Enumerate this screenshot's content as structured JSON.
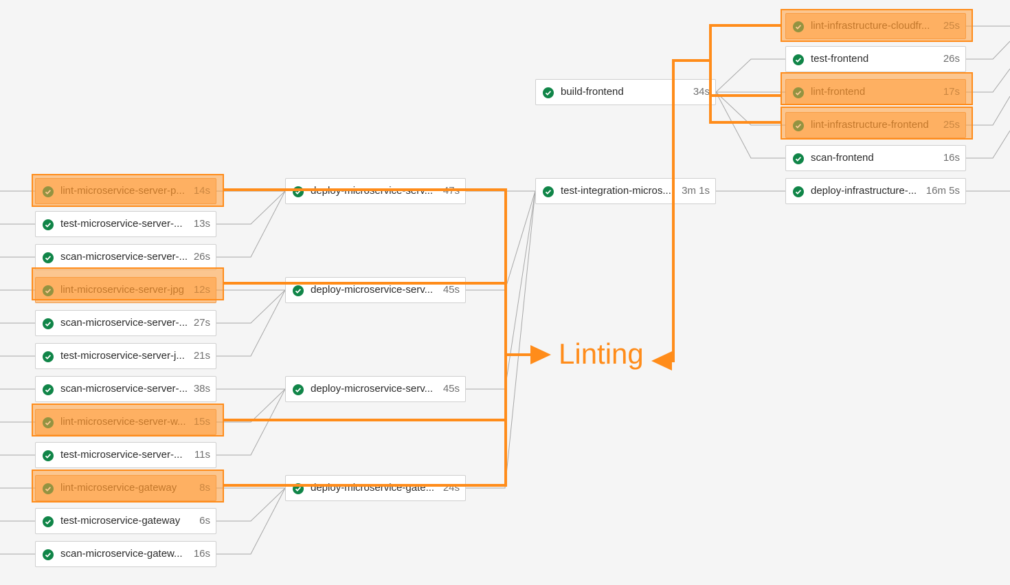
{
  "annotation_label": "Linting",
  "colors": {
    "success": "#108548",
    "highlight": "#ff8c1a",
    "edge": "#a7a7a7"
  },
  "icons": {
    "status": "check-circle-icon"
  },
  "jobs": [
    {
      "id": "lint-microservice-server-p",
      "name": "lint-microservice-server-p...",
      "duration": "14s",
      "lint": true
    },
    {
      "id": "test-microservice-server-1",
      "name": "test-microservice-server-...",
      "duration": "13s",
      "lint": false
    },
    {
      "id": "scan-microservice-server-1",
      "name": "scan-microservice-server-...",
      "duration": "26s",
      "lint": false
    },
    {
      "id": "lint-microservice-server-jpg",
      "name": "lint-microservice-server-jpg",
      "duration": "12s",
      "lint": true
    },
    {
      "id": "scan-microservice-server-2",
      "name": "scan-microservice-server-...",
      "duration": "27s",
      "lint": false
    },
    {
      "id": "test-microservice-server-j",
      "name": "test-microservice-server-j...",
      "duration": "21s",
      "lint": false
    },
    {
      "id": "scan-microservice-server-3",
      "name": "scan-microservice-server-...",
      "duration": "38s",
      "lint": false
    },
    {
      "id": "lint-microservice-server-w",
      "name": "lint-microservice-server-w...",
      "duration": "15s",
      "lint": true
    },
    {
      "id": "test-microservice-server-4",
      "name": "test-microservice-server-...",
      "duration": "11s",
      "lint": false
    },
    {
      "id": "lint-microservice-gateway",
      "name": "lint-microservice-gateway",
      "duration": "8s",
      "lint": true
    },
    {
      "id": "test-microservice-gateway",
      "name": "test-microservice-gateway",
      "duration": "6s",
      "lint": false
    },
    {
      "id": "scan-microservice-gateway",
      "name": "scan-microservice-gatew...",
      "duration": "16s",
      "lint": false
    },
    {
      "id": "deploy-microservice-1",
      "name": "deploy-microservice-serv...",
      "duration": "47s",
      "lint": false
    },
    {
      "id": "deploy-microservice-2",
      "name": "deploy-microservice-serv...",
      "duration": "45s",
      "lint": false
    },
    {
      "id": "deploy-microservice-3",
      "name": "deploy-microservice-serv...",
      "duration": "45s",
      "lint": false
    },
    {
      "id": "deploy-microservice-gate",
      "name": "deploy-microservice-gate...",
      "duration": "24s",
      "lint": false
    },
    {
      "id": "build-frontend",
      "name": "build-frontend",
      "duration": "34s",
      "lint": false
    },
    {
      "id": "test-integration",
      "name": "test-integration-micros...",
      "duration": "3m 1s",
      "lint": false
    },
    {
      "id": "lint-infrastructure-cloudfr",
      "name": "lint-infrastructure-cloudfr...",
      "duration": "25s",
      "lint": true
    },
    {
      "id": "test-frontend",
      "name": "test-frontend",
      "duration": "26s",
      "lint": false
    },
    {
      "id": "lint-frontend",
      "name": "lint-frontend",
      "duration": "17s",
      "lint": true
    },
    {
      "id": "lint-infrastructure-frontend",
      "name": "lint-infrastructure-frontend",
      "duration": "25s",
      "lint": true
    },
    {
      "id": "scan-frontend",
      "name": "scan-frontend",
      "duration": "16s",
      "lint": false
    },
    {
      "id": "deploy-infrastructure",
      "name": "deploy-infrastructure-...",
      "duration": "16m 5s",
      "lint": false
    }
  ]
}
